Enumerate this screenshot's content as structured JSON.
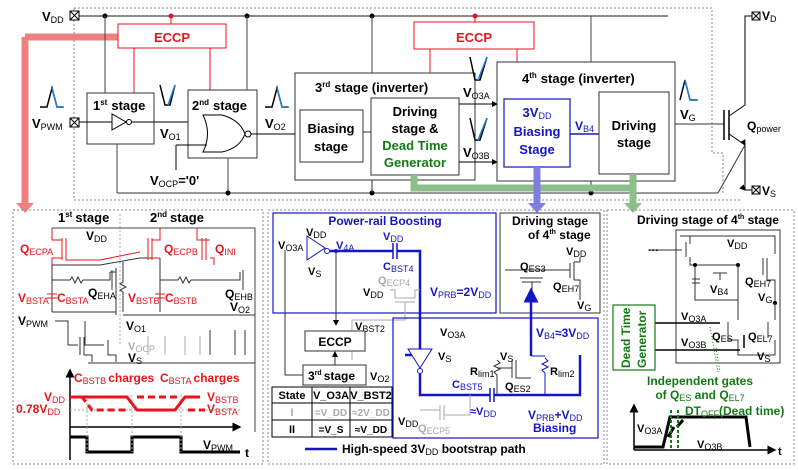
{
  "colors": {
    "eccp_red": "#e8141c",
    "red_bus": "#f08080",
    "blue": "#1414c8",
    "blue_bus": "#7f7fe0",
    "green": "#137a13",
    "green_bus": "#8cbf8c",
    "waveform_blue": "#1e7fd8",
    "gray": "#aaaaaa"
  },
  "top": {
    "vdd_pin": "V",
    "vdd_sub": "DD",
    "vpwm_pin": "V",
    "vpwm_sub": "PWM",
    "vd_pin": "V",
    "vd_sub": "D",
    "vs_pin": "V",
    "vs_sub": "S",
    "eccp_left": "ECCP",
    "eccp_right": "ECCP",
    "stage1": {
      "num": "1",
      "sup": "st",
      "label": "stage"
    },
    "stage2": {
      "num": "2",
      "sup": "nd",
      "label": "stage"
    },
    "stage3": {
      "num": "3",
      "sup": "rd",
      "label": "stage (inverter)"
    },
    "stage4": {
      "num": "4",
      "sup": "th",
      "label": "stage  (inverter)"
    },
    "vo1": "V",
    "vo1_sub": "O1",
    "vo2": "V",
    "vo2_sub": "O2",
    "vocp": "V",
    "vocp_sub": "OCP",
    "vocp_val": "='0'",
    "vo3a": "V",
    "vo3a_sub": "O3A",
    "vo3b": "V",
    "vo3b_sub": "O3B",
    "vg": "V",
    "vg_sub": "G",
    "vb4": "V",
    "vb4_sub": "B4",
    "qpower": "Q",
    "qpower_sub": "power",
    "biasing_stage": [
      "Biasing",
      "stage"
    ],
    "driving_dt": [
      "Driving",
      "stage &",
      "Dead Time",
      "Generator"
    ],
    "biasing_3vdd": [
      "3V",
      "DD",
      "Biasing",
      "Stage"
    ],
    "driving_stage": [
      "Driving",
      "stage"
    ]
  },
  "panel_left": {
    "stage1_title": {
      "num": "1",
      "sup": "st",
      "label": "stage"
    },
    "stage2_title": {
      "num": "2",
      "sup": "nd",
      "label": "stage"
    },
    "vdd": "V",
    "vdd_sub": "DD",
    "qecpa": "Q",
    "qecpa_sub": "ECPA",
    "qecpb": "Q",
    "qecpb_sub": "ECPB",
    "qini": "Q",
    "qini_sub": "INI",
    "qeha": "Q",
    "qeha_sub": "EHA",
    "qehb": "Q",
    "qehb_sub": "EHB",
    "vbsta": "V",
    "vbsta_sub": "BSTA",
    "cbsta": "C",
    "cbsta_sub": "BSTA",
    "vbstb": "V",
    "vbstb_sub": "BSTB",
    "cbstb": "C",
    "cbstb_sub": "BSTB",
    "vo2": "V",
    "vo2_sub": "O2",
    "vpwm": "V",
    "vpwm_sub": "PWM",
    "vo1": "V",
    "vo1_sub": "O1",
    "vocp": "V",
    "vocp_sub": "OCP",
    "vs": "V",
    "vs_sub": "S",
    "wave": {
      "cbstb_charges": "C",
      "cbstb_charges_sub": "BSTB",
      "charges1": "charges",
      "cbsta_charges": "C",
      "cbsta_charges_sub": "BSTA",
      "charges2": "charges",
      "vdd_level": "V",
      "vdd_level_sub": "DD",
      "low_level": "0.78V",
      "low_level_sub": "DD",
      "vbstb": "V",
      "vbstb_sub": "BSTB",
      "vbsta": "V",
      "vbsta_sub": "BSTA",
      "vpwm": "V",
      "vpwm_sub": "PWM",
      "t": "t"
    }
  },
  "panel_mid": {
    "power_rail_title": "Power-rail Boosting",
    "vo3a": "V",
    "vo3a_sub": "O3A",
    "vdd": "V",
    "vdd_sub": "DD",
    "vs": "V",
    "vs_sub": "S",
    "v4a": "V",
    "v4a_sub": "4A",
    "cbst4_vdd": "V",
    "cbst4_vdd_sub": "DD",
    "cbst4": "C",
    "cbst4_sub": "BST4",
    "qecp4": "Q",
    "qecp4_sub": "ECP4",
    "vprb": "V",
    "vprb_sub": "PRB",
    "vprb_val": "=2V",
    "vprb_val_sub": "DD",
    "vbst2": "V",
    "vbst2_sub": "BST2",
    "eccp": "ECCP",
    "stage3": {
      "num": "3",
      "sup": "rd",
      "label": "stage"
    },
    "vo2": "V",
    "vo2_sub": "O2",
    "driving4_title": [
      "Driving stage",
      "of 4",
      "th",
      " stage"
    ],
    "qes3": "Q",
    "qes3_sub": "ES3",
    "qeh7": "Q",
    "qeh7_sub": "EH7",
    "vg": "V",
    "vg_sub": "G",
    "vb4": "V",
    "vb4_sub": "B4",
    "vb4_val": "≈3V",
    "vb4_val_sub": "DD",
    "rlim1": "R",
    "rlim1_sub": "lim1",
    "rlim2": "R",
    "rlim2_sub": "lim2",
    "qes2": "Q",
    "qes2_sub": "ES2",
    "cbst5": "C",
    "cbst5_sub": "BST5",
    "cbst5_vdd": "≈V",
    "cbst5_vdd_sub": "DD",
    "qecp5": "Q",
    "qecp5_sub": "ECP5",
    "biasing_label": [
      "V",
      "PRB",
      "+V",
      "DD",
      "Biasing"
    ],
    "table": {
      "headers": [
        "State",
        "V_O3A",
        "V_BST2"
      ],
      "rows": [
        [
          "I",
          "=V_DD",
          "≈2V_DD"
        ],
        [
          "II",
          "=V_S",
          "≈V_DD"
        ]
      ]
    },
    "legend": "High-speed 3V",
    "legend_sub": "DD",
    "legend_tail": " bootstrap path"
  },
  "panel_right": {
    "title": [
      "Driving stage of 4",
      "th",
      " stage"
    ],
    "vdd": "V",
    "vdd_sub": "DD",
    "vb4": "V",
    "vb4_sub": "B4",
    "qeh7": "Q",
    "qeh7_sub": "EH7",
    "vg": "V",
    "vg_sub": "G",
    "vo3a": "V",
    "vo3a_sub": "O3A",
    "vo3b": "V",
    "vo3b_sub": "O3B",
    "qes": "Q",
    "qes_sub": "ES",
    "qel7": "Q",
    "qel7_sub": "EL7",
    "vs": "V",
    "vs_sub": "S",
    "dtg": [
      "Dead Time",
      "Generator"
    ],
    "note": [
      "Independent gates",
      "of Q",
      "ES",
      " and Q",
      "EL7"
    ],
    "wave": {
      "vo3a": "V",
      "vo3a_sub": "O3A",
      "vo3b": "V",
      "vo3b_sub": "O3B",
      "dt": "DT",
      "dt_sub": "OFF",
      "dt_tail": "(Dead time)",
      "t": "t"
    }
  }
}
